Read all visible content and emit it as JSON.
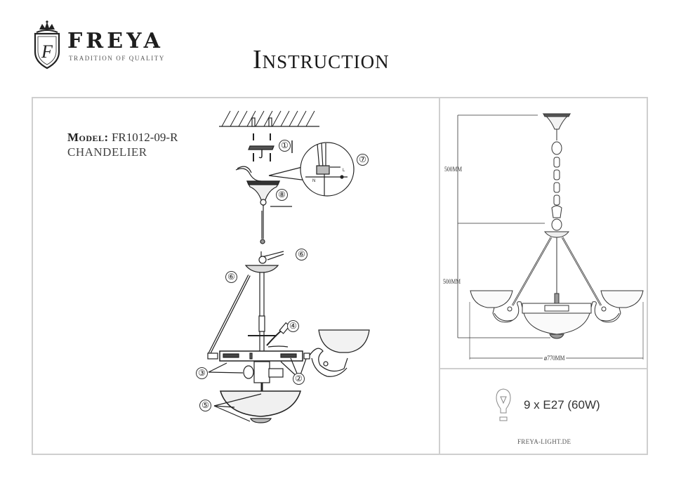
{
  "header": {
    "brand": {
      "name": "FREYA",
      "tagline": "Tradition of Quality",
      "logo_icon": "crowned-shield-f-icon"
    },
    "title": "Instruction"
  },
  "product": {
    "model_label": "Model:",
    "model_value": "FR1012-09-R",
    "type": "CHANDELIER"
  },
  "assembly_diagram": {
    "callouts": [
      {
        "id": "1",
        "label": "①",
        "part": "ceiling mounting bracket"
      },
      {
        "id": "2",
        "label": "②",
        "part": "arm fixing points"
      },
      {
        "id": "3",
        "label": "③",
        "part": "lamp holder"
      },
      {
        "id": "4",
        "label": "④",
        "part": "wiring connector"
      },
      {
        "id": "5",
        "label": "⑤",
        "part": "glass bowl and finial"
      },
      {
        "id": "6a",
        "label": "⑥",
        "part": "chain hook and ring"
      },
      {
        "id": "6b",
        "label": "⑥",
        "part": "support rod"
      },
      {
        "id": "7",
        "label": "⑦",
        "part": "wiring detail"
      },
      {
        "id": "8",
        "label": "⑧",
        "part": "canopy"
      }
    ],
    "wiring_labels": {
      "live": "L",
      "neutral": "N"
    }
  },
  "dimensions": {
    "height_upper": "500MM",
    "height_lower": "500MM",
    "diameter": "⌀770MM"
  },
  "specs": {
    "bulb_icon": "light-bulb-icon",
    "lamp": "9 x E27 (60W)",
    "website": "FREYA-LIGHT.DE"
  }
}
